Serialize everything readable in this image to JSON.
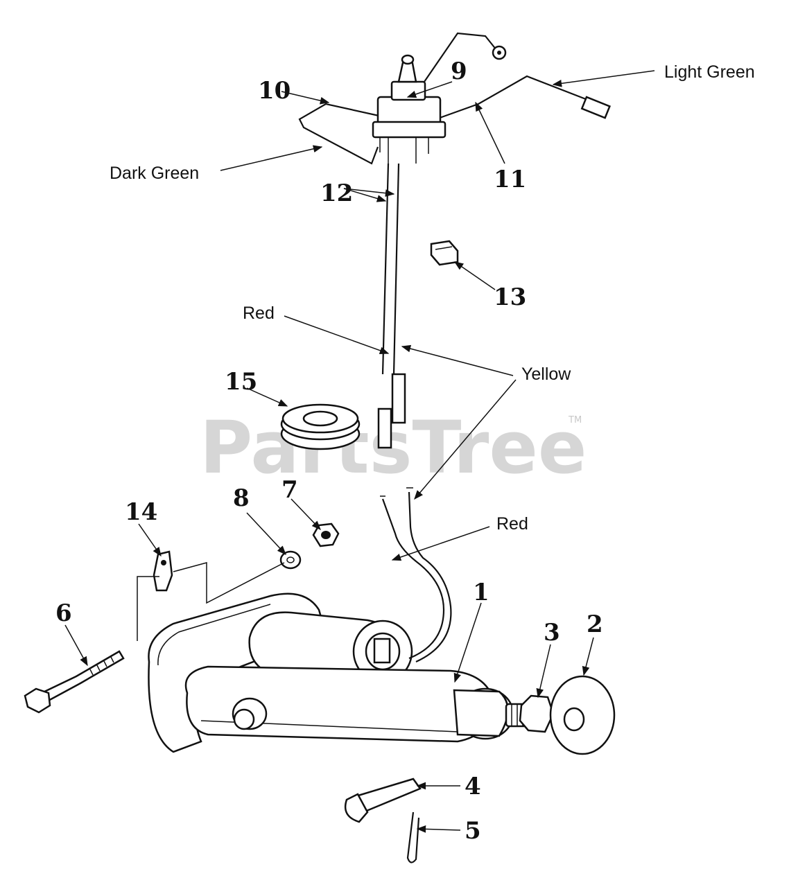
{
  "watermark": {
    "text": "PartsTree",
    "tm": "TM"
  },
  "wire_labels": {
    "light_green": "Light Green",
    "dark_green": "Dark Green",
    "red_upper": "Red",
    "yellow": "Yellow",
    "red_lower": "Red"
  },
  "callouts": [
    {
      "id": "1",
      "label": "1"
    },
    {
      "id": "2",
      "label": "2"
    },
    {
      "id": "3",
      "label": "3"
    },
    {
      "id": "4",
      "label": "4"
    },
    {
      "id": "5",
      "label": "5"
    },
    {
      "id": "6",
      "label": "6"
    },
    {
      "id": "7",
      "label": "7"
    },
    {
      "id": "8",
      "label": "8"
    },
    {
      "id": "9",
      "label": "9"
    },
    {
      "id": "10",
      "label": "10"
    },
    {
      "id": "11",
      "label": "11"
    },
    {
      "id": "12",
      "label": "12"
    },
    {
      "id": "13",
      "label": "13"
    },
    {
      "id": "14",
      "label": "14"
    },
    {
      "id": "15",
      "label": "15"
    }
  ]
}
